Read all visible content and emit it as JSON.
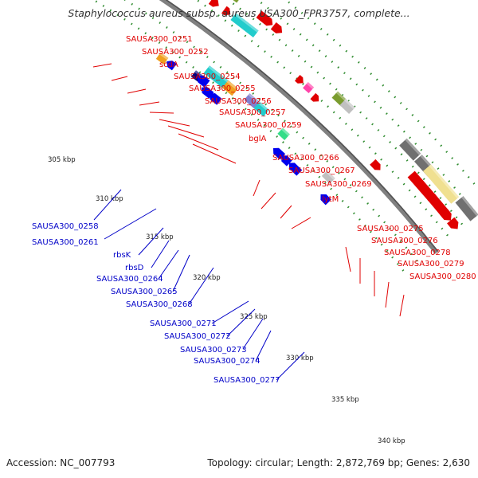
{
  "title": "Staphylococcus aureus subsp. aureus USA300_FPR3757, complete...",
  "accession": "Accession: NC_007793",
  "summary": "Topology: circular; Length: 2,872,769 bp; Genes: 2,630",
  "colors": {
    "forward_label": "#e00000",
    "reverse_label": "#0000c8",
    "backbone": "#808080",
    "tick": "#2e8b2e"
  },
  "ruler": [
    "305 kbp",
    "310 kbp",
    "315 kbp",
    "320 kbp",
    "325 kbp",
    "330 kbp",
    "335 kbp",
    "340 kbp"
  ],
  "forward_genes": [
    "SAUSA300_0251",
    "SAUSA300_0252",
    "scdA",
    "SAUSA300_0254",
    "SAUSA300_0255",
    "SAUSA300_0256",
    "SAUSA300_0257",
    "SAUSA300_0259",
    "bglA",
    "SAUSA300_0266",
    "SAUSA300_0267",
    "SAUSA300_0269",
    "lytM",
    "SAUSA300_0275",
    "SAUSA300_0276",
    "SAUSA300_0278",
    "SAUSA300_0279",
    "SAUSA300_0280"
  ],
  "reverse_genes": [
    "SAUSA300_0258",
    "SAUSA300_0261",
    "rbsK",
    "rbsD",
    "SAUSA300_0264",
    "SAUSA300_0265",
    "SAUSA300_0268",
    "SAUSA300_0271",
    "SAUSA300_0272",
    "SAUSA300_0273",
    "SAUSA300_0274",
    "SAUSA300_0277"
  ]
}
